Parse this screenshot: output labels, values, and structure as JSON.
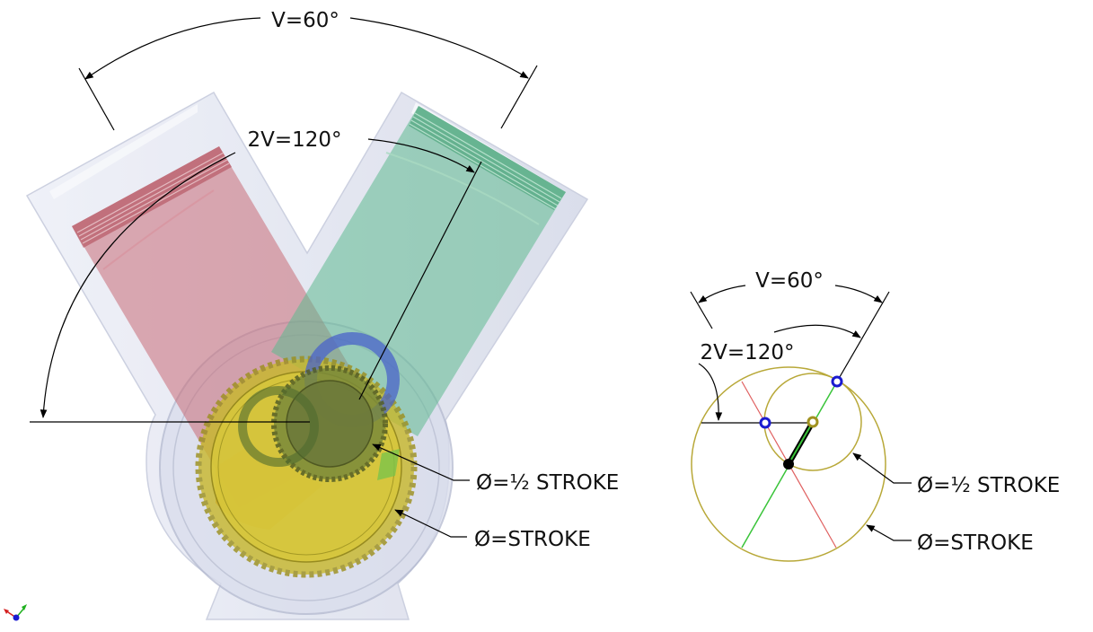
{
  "left_view": {
    "v_angle_label": "V=60°",
    "double_v_label": "2V=120°",
    "half_stroke_label": "Ø=½ STROKE",
    "stroke_label": "Ø=STROKE"
  },
  "right_view": {
    "v_angle_label": "V=60°",
    "double_v_label": "2V=120°",
    "half_stroke_label": "Ø=½ STROKE",
    "stroke_label": "Ø=STROKE"
  },
  "colors": {
    "left_piston": "#c96b77",
    "right_piston": "#5fb990",
    "ring_gear": "#c8b82a",
    "inner_gear": "#6d7a3a",
    "crankpin": "#4a63c9",
    "counterweight": "#e07a1f",
    "housing": "#d5d9ea",
    "circle_line": "#b8a838",
    "red_line": "#e06060",
    "green_line": "#3ac43a",
    "blue_dot": "#1a1ad0"
  },
  "axis_triad_icon": "xyz-axis-triad-icon"
}
